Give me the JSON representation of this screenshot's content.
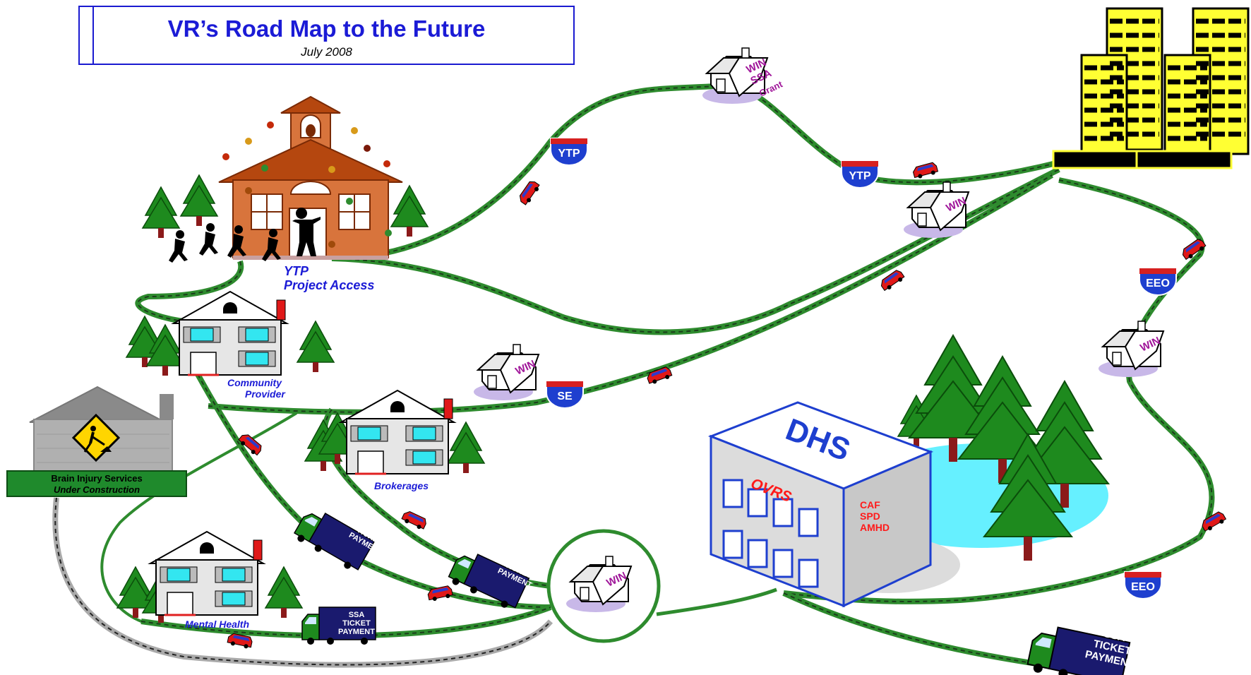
{
  "title": {
    "main": "VR’s Road Map to the Future",
    "date": "July 2008"
  },
  "locations": {
    "school": {
      "line1": "YTP",
      "line2": "Project Access"
    },
    "community_provider": {
      "line1": "Community",
      "line2": "Provider"
    },
    "brokerages": "Brokerages",
    "mental_health": "Mental Health",
    "brain_injury": {
      "line1": "Brain Injury Services",
      "line2": "Under Construction"
    },
    "dhs": {
      "name": "DHS",
      "unit": "OVRS",
      "divisions": [
        "CAF",
        "SPD",
        "AMHD"
      ]
    }
  },
  "house_signs": {
    "win_ssa_grant": [
      "WIN",
      "SSA",
      "Grant"
    ],
    "win": "WIN"
  },
  "route_shields": {
    "ytp": "YTP",
    "se": "SE",
    "eeo": "EEO"
  },
  "truck_sign": [
    "SSA",
    "TICKET",
    "PAYMENT"
  ],
  "colors": {
    "title_blue": "#1b1bd6",
    "road_green": "#2e8b2e",
    "road_dash": "#1b3d1b",
    "building_yellow": "#ffff33",
    "dhs_red": "#ff1a1a",
    "truck_navy": "#1a1a6e",
    "shield_blue": "#1e3fcf",
    "shield_red": "#d62020",
    "car_red": "#e01818",
    "sign_text_purple": "#a0169a"
  },
  "icons": [
    "school-icon",
    "house-icon",
    "tree-icon",
    "car-icon",
    "truck-icon",
    "skyscraper-icon",
    "construction-sign-icon",
    "interstate-shield-icon",
    "office-building-icon"
  ]
}
